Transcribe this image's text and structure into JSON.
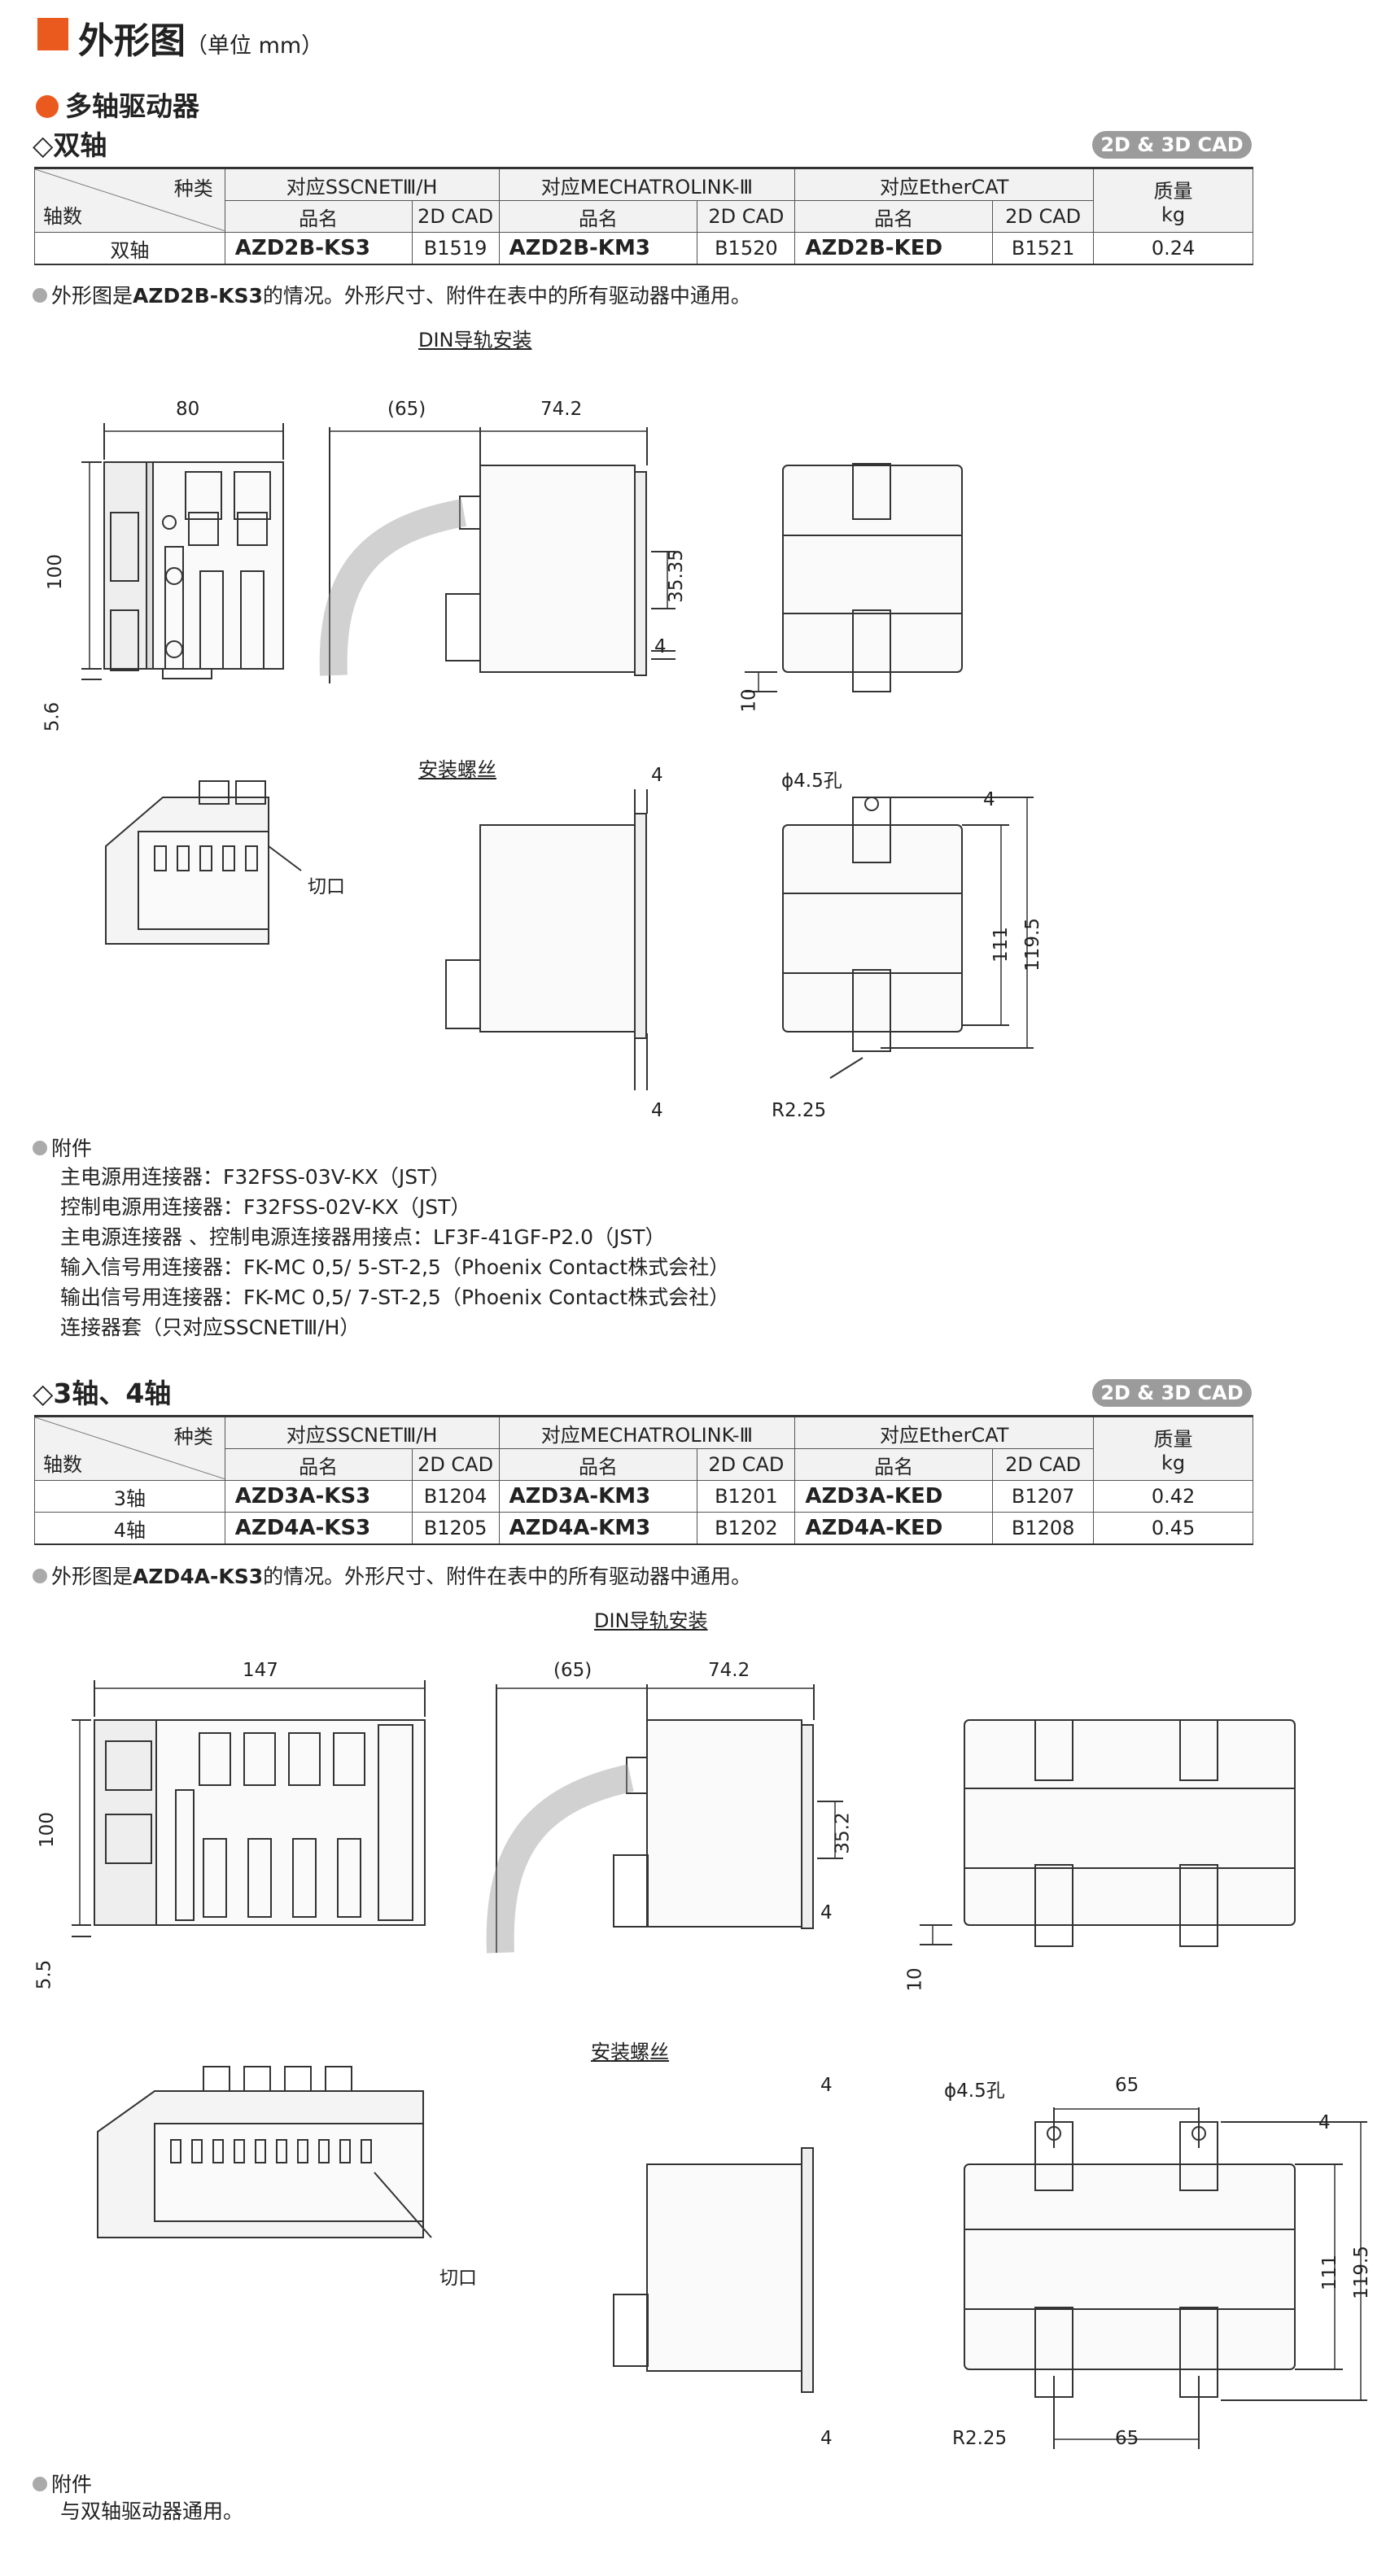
{
  "header": {
    "title": "外形图",
    "unit": "（单位 mm）"
  },
  "section": {
    "title": "多轴驱动器"
  },
  "two_axis": {
    "subtitle": "◇双轴",
    "cad_badge": "2D & 3D CAD",
    "table": {
      "corner_top": "种类",
      "corner_bottom": "轴数",
      "groups": [
        "对应SSCNETⅢ/H",
        "对应MECHATROLINK-Ⅲ",
        "对应EtherCAT"
      ],
      "sub_name": "品名",
      "sub_cad": "2D CAD",
      "mass_label": "质量",
      "mass_unit": "kg",
      "rows": [
        {
          "axis": "双轴",
          "p1": "AZD2B-KS3",
          "c1": "B1519",
          "p2": "AZD2B-KM3",
          "c2": "B1520",
          "p3": "AZD2B-KED",
          "c3": "B1521",
          "mass": "0.24"
        }
      ]
    },
    "note_pre": "外形图是",
    "note_model": "AZD2B-KS3",
    "note_post": "的情况。外形尺寸、附件在表中的所有驱动器中通用。",
    "din_label": "DIN导轨安装",
    "screw_label": "安装螺丝",
    "cutout_label": "切口",
    "dims": {
      "w": "80",
      "cable": "(65)",
      "d": "74.2",
      "h": "100",
      "foot": "5.6",
      "rail": "35.35",
      "four": "4",
      "ten": "10",
      "hole": "ϕ4.5孔",
      "h111": "111",
      "h1195": "119.5",
      "r": "R2.25"
    }
  },
  "accessories": {
    "title": "附件",
    "items": [
      "主电源用连接器：F32FSS-03V-KX（JST）",
      "控制电源用连接器：F32FSS-02V-KX（JST）",
      "主电源连接器 、控制电源连接器用接点：LF3F-41GF-P2.0（JST）",
      "输入信号用连接器：FK-MC 0,5/ 5-ST-2,5（Phoenix Contact株式会社）",
      "输出信号用连接器：FK-MC 0,5/ 7-ST-2,5（Phoenix Contact株式会社）",
      "连接器套（只对应SSCNETⅢ/H）"
    ]
  },
  "three_four_axis": {
    "subtitle": "◇3轴、4轴",
    "cad_badge": "2D & 3D CAD",
    "rows": [
      {
        "axis": "3轴",
        "p1": "AZD3A-KS3",
        "c1": "B1204",
        "p2": "AZD3A-KM3",
        "c2": "B1201",
        "p3": "AZD3A-KED",
        "c3": "B1207",
        "mass": "0.42"
      },
      {
        "axis": "4轴",
        "p1": "AZD4A-KS3",
        "c1": "B1205",
        "p2": "AZD4A-KM3",
        "c2": "B1202",
        "p3": "AZD4A-KED",
        "c3": "B1208",
        "mass": "0.45"
      }
    ],
    "note_model": "AZD4A-KS3",
    "dims": {
      "w": "147",
      "cable": "(65)",
      "d": "74.2",
      "h": "100",
      "foot": "5.5",
      "rail": "35.2",
      "four": "4",
      "ten": "10",
      "hole": "ϕ4.5孔",
      "pitch": "65",
      "h111": "111",
      "h1195": "119.5",
      "r": "R2.25"
    }
  },
  "accessories2": {
    "title": "附件",
    "text": "与双轴驱动器通用。"
  }
}
